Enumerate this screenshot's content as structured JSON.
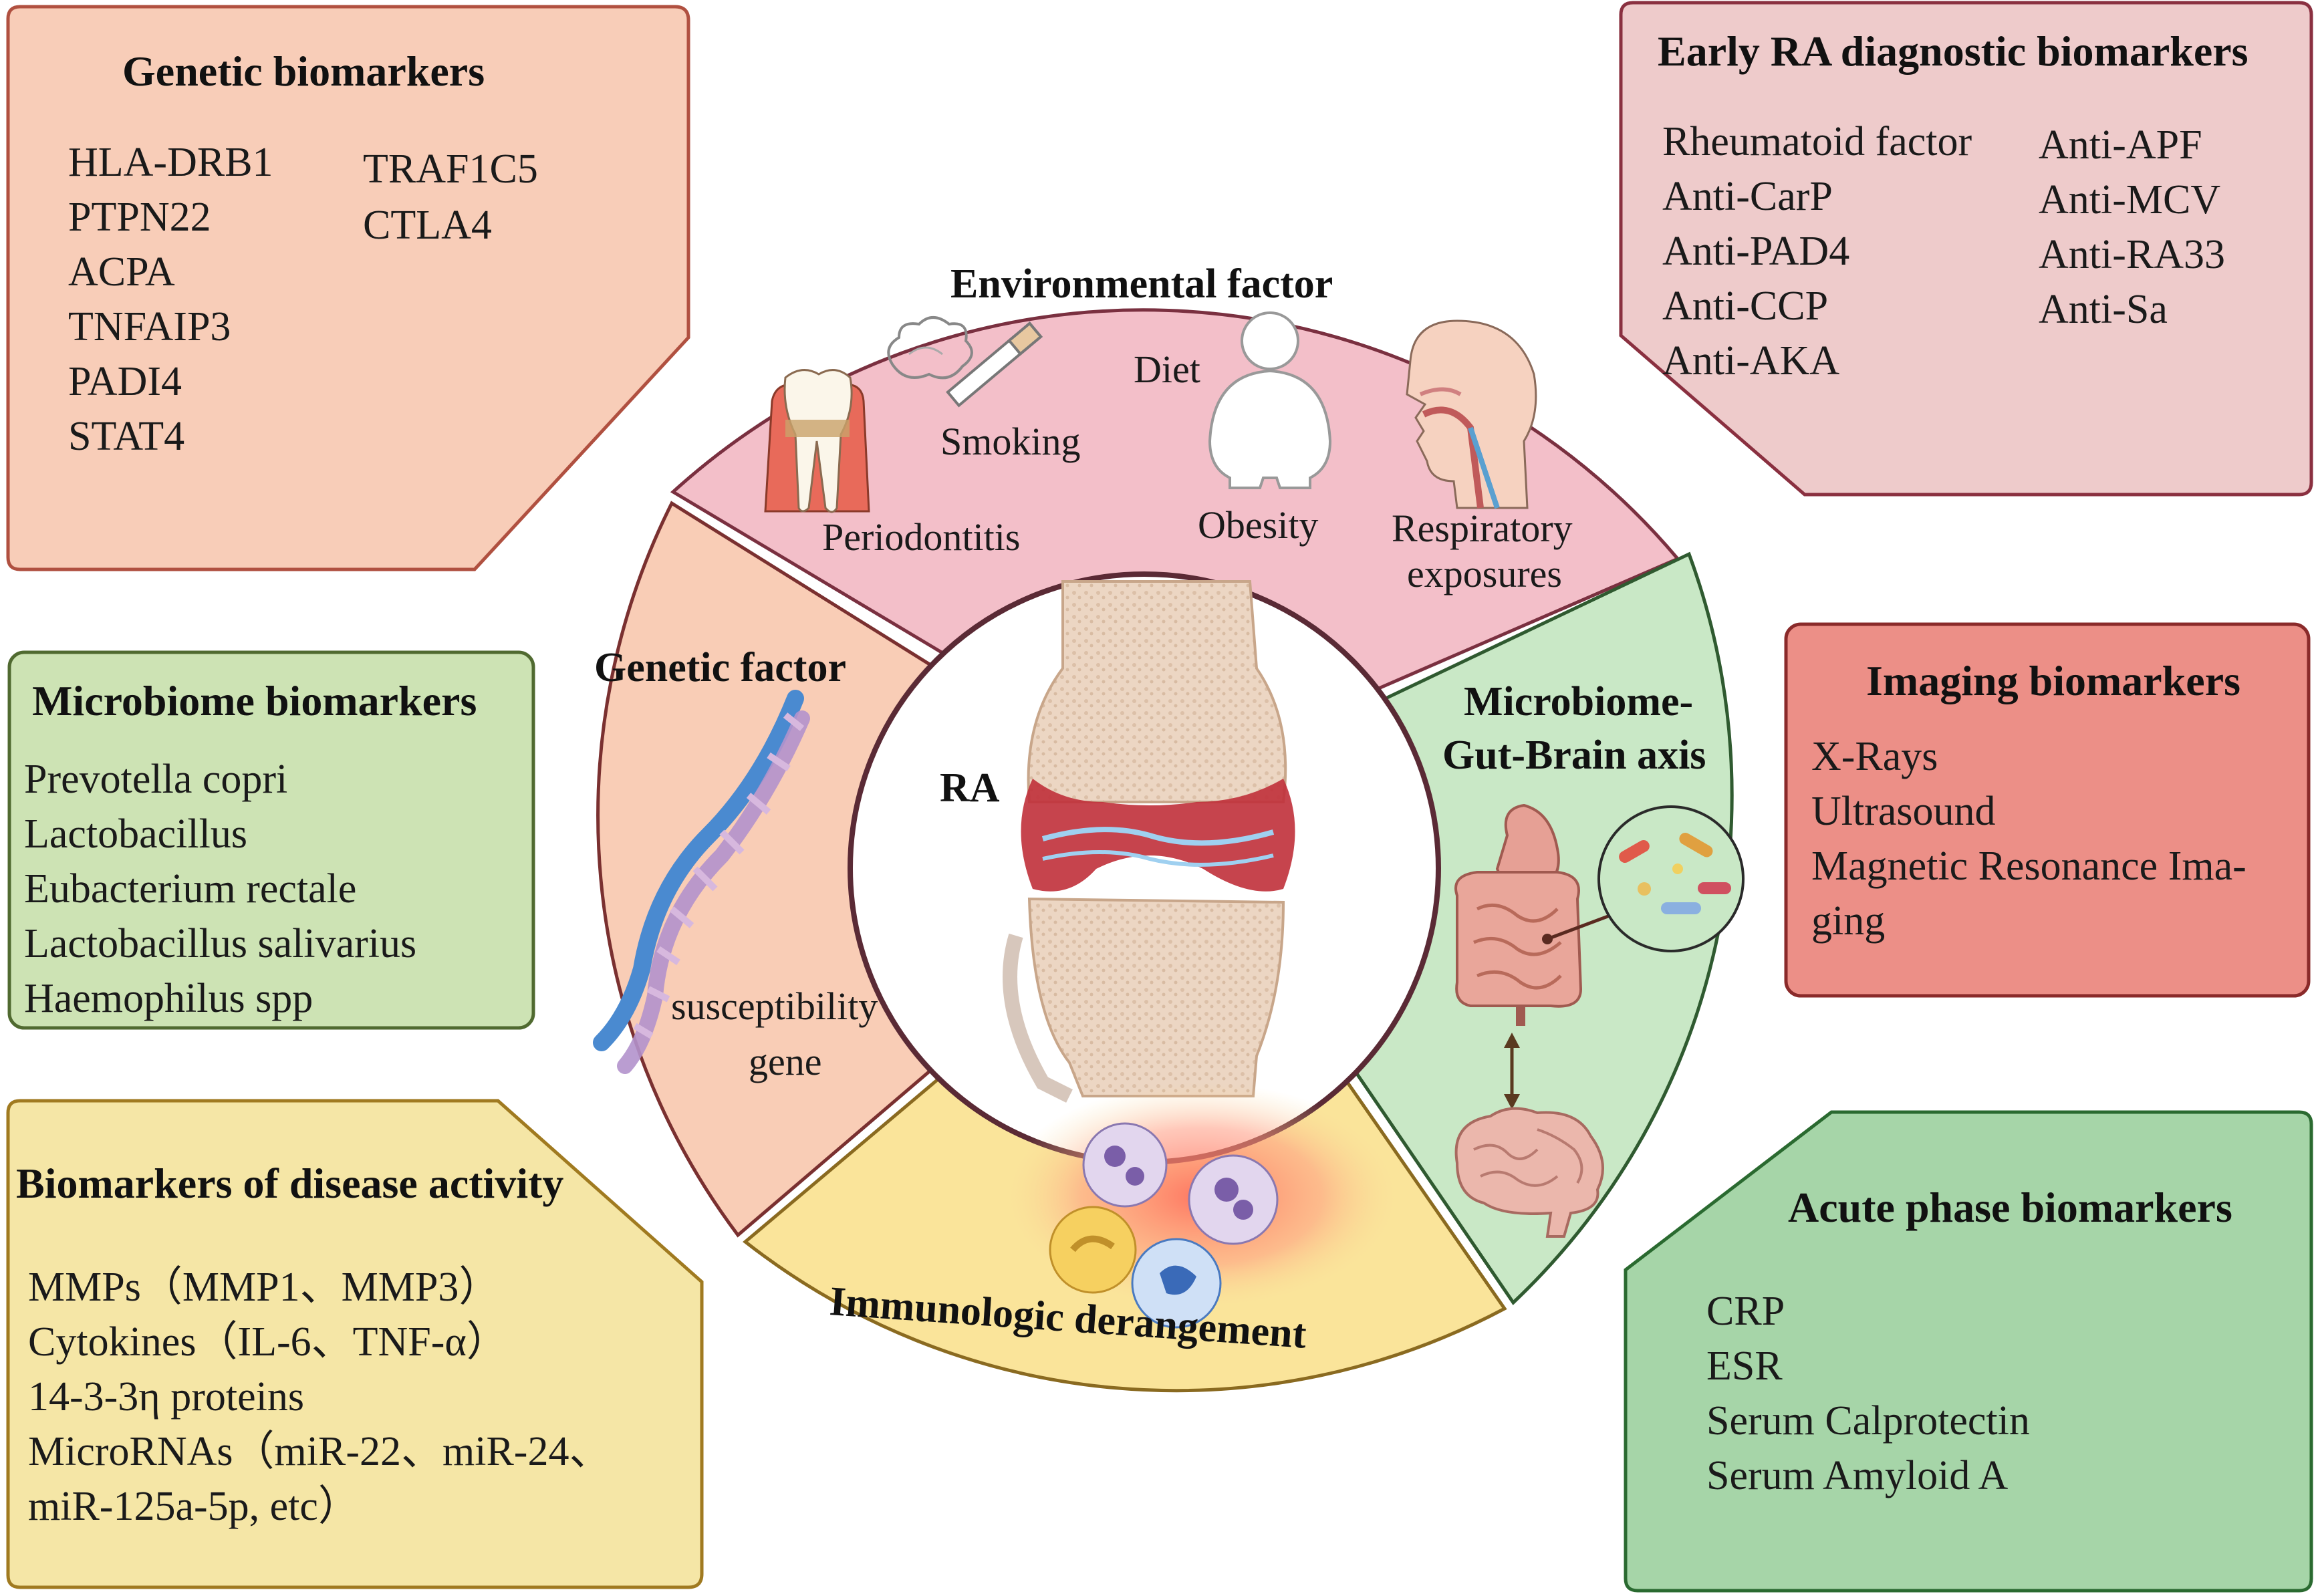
{
  "colors": {
    "genetic_box": "#f8cdb8",
    "early_ra_box": "#eecbcb",
    "microbiome_box": "#cde3b4",
    "imaging_box": "#ec8f87",
    "disease_activity_box": "#f5e6a6",
    "acute_phase_box": "#a6d5a8",
    "environmental_segment": "#f3bfc9",
    "genetic_segment": "#f9cdb6",
    "immunologic_segment": "#fae49a",
    "microbiome_segment": "#c9e8c6"
  },
  "boxes": {
    "genetic": {
      "title": "Genetic biomarkers",
      "col1": [
        "HLA-DRB1",
        "PTPN22",
        "ACPA",
        "TNFAIP3",
        "PADI4",
        "STAT4"
      ],
      "col2": [
        "TRAF1C5",
        "CTLA4"
      ]
    },
    "early_ra": {
      "title": "Early RA diagnostic biomarkers",
      "col1": [
        "Rheumatoid factor",
        "Anti-CarP",
        "Anti-PAD4",
        "Anti-CCP",
        "Anti-AKA"
      ],
      "col2": [
        "Anti-APF",
        "Anti-MCV",
        "Anti-RA33",
        "Anti-Sa"
      ]
    },
    "microbiome": {
      "title": "Microbiome biomarkers",
      "items": [
        "Prevotella copri",
        "Lactobacillus",
        "Eubacterium rectale",
        "Lactobacillus salivarius",
        "Haemophilus spp"
      ]
    },
    "imaging": {
      "title": "Imaging biomarkers",
      "items": [
        "X-Rays",
        "Ultrasound",
        "Magnetic Resonance Ima-",
        "ging"
      ]
    },
    "disease_activity": {
      "title": "Biomarkers of disease activity",
      "items": [
        "MMPs（MMP1、MMP3）",
        "Cytokines（IL-6、TNF-α）",
        "14-3-3η proteins",
        "MicroRNAs（miR-22、miR-24、",
        "miR-125a-5p, etc）"
      ]
    },
    "acute_phase": {
      "title": "Acute phase biomarkers",
      "items": [
        "CRP",
        "ESR",
        "Serum Calprotectin",
        "Serum Amyloid A"
      ]
    }
  },
  "wheel": {
    "center_label": "RA",
    "environmental": {
      "title": "Environmental factor",
      "labels": {
        "periodontitis": "Periodontitis",
        "smoking": "Smoking",
        "diet": "Diet",
        "obesity": "Obesity",
        "respiratory_1": "Respiratory",
        "respiratory_2": "exposures"
      }
    },
    "genetic": {
      "title": "Genetic factor",
      "label_1": "susceptibility",
      "label_2": "gene"
    },
    "microbiome": {
      "title_1": "Microbiome-",
      "title_2": "Gut-Brain axis"
    },
    "immunologic": {
      "title": "Immunologic derangement"
    }
  },
  "icons": [
    "tooth-icon",
    "cigarette-icon",
    "obese-body-icon",
    "head-airway-icon",
    "dna-icon",
    "joint-icon",
    "gut-icon",
    "bacteria-icon",
    "brain-icon",
    "immune-cells-icon"
  ]
}
